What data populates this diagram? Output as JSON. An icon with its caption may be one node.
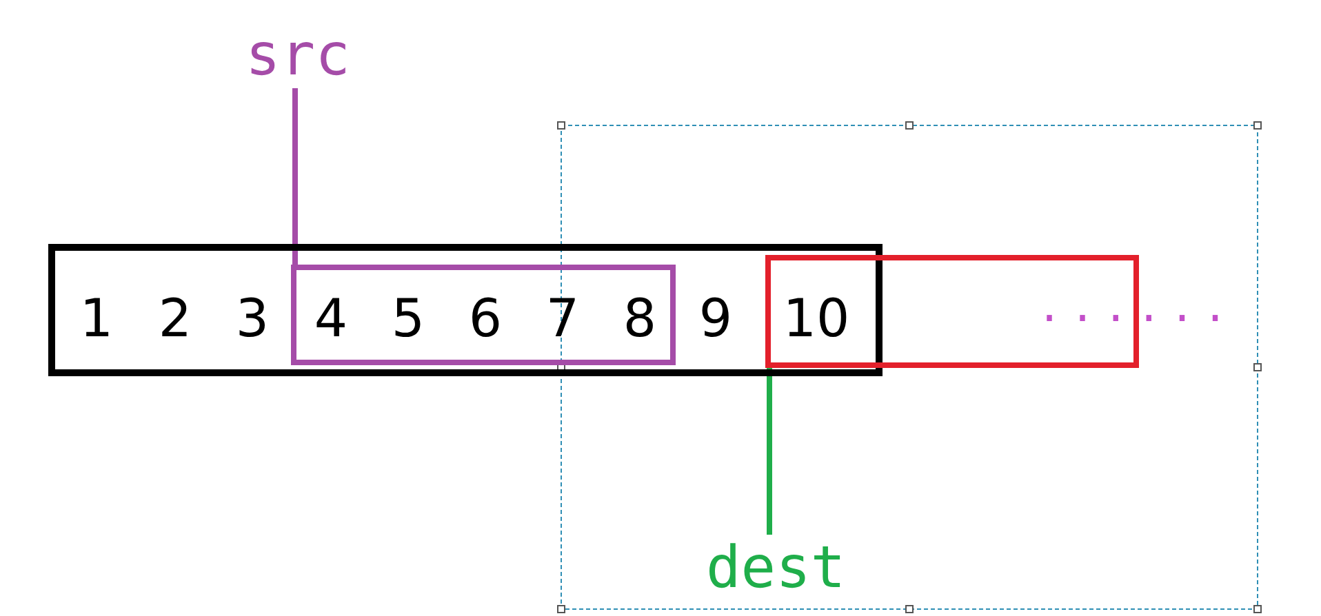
{
  "diagram": {
    "nodes": [
      {
        "text": [
          "1",
          "2",
          "3",
          "9"
        ]
      },
      {
        "text": [
          "4",
          "5",
          "6",
          "7",
          "8"
        ],
        "in": 0
      },
      {
        "text": [
          "10"
        ]
      },
      {
        "text": [
          "src"
        ]
      },
      {
        "text": [
          "dest"
        ]
      }
    ],
    "edges": [
      {
        "from": 3,
        "to": 1,
        "arrow": "none",
        "color": "#a54ca8"
      },
      {
        "from": 4,
        "to": 2,
        "arrow": "none",
        "color": "#1fae4a"
      }
    ],
    "labels": [
      "......"
    ]
  }
}
